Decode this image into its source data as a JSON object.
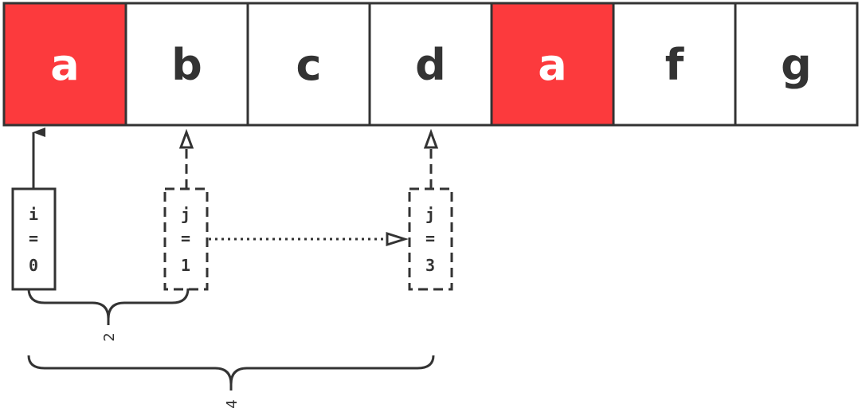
{
  "colors": {
    "highlight": "#fc3a3d",
    "stroke": "#333333",
    "cell_bg": "#ffffff",
    "text_dark": "#333333",
    "text_light": "#ffffff"
  },
  "cells": [
    {
      "letter": "a",
      "highlight": true
    },
    {
      "letter": "b",
      "highlight": false
    },
    {
      "letter": "c",
      "highlight": false
    },
    {
      "letter": "d",
      "highlight": false
    },
    {
      "letter": "a",
      "highlight": true
    },
    {
      "letter": "f",
      "highlight": false
    },
    {
      "letter": "g",
      "highlight": false
    }
  ],
  "pointers": [
    {
      "lines": [
        "i",
        "=",
        "0"
      ],
      "cell_index": 0,
      "style": "solid"
    },
    {
      "lines": [
        "j",
        "=",
        "1"
      ],
      "cell_index": 1,
      "style": "dashed"
    },
    {
      "lines": [
        "j",
        "=",
        "3"
      ],
      "cell_index": 3,
      "style": "dashed"
    }
  ],
  "braces": [
    {
      "label": "2",
      "from_pointer": 0,
      "to_pointer": 1
    },
    {
      "label": "4",
      "from_pointer": 0,
      "to_pointer": 2
    }
  ]
}
